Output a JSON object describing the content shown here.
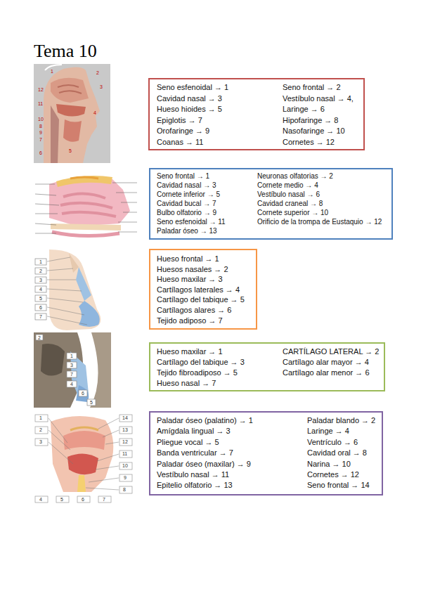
{
  "diagram": {
    "title": "Tema 10",
    "nodes": [
      {
        "text": [
          "Seno esfenoidal → 1",
          "Seno frontal → 2",
          "Cavidad nasal → 3",
          "Vestíbulo nasal → 4,",
          "Hueso hioides → 5",
          "Laringe → 6",
          "Epiglotis → 7",
          "Hipofaringe → 8",
          "Orofaringe → 9",
          "Nasofaringe → 10",
          "Coanas → 11",
          "Cornetes → 12"
        ]
      },
      {
        "text": [
          "Seno frontal → 1",
          "Neuronas olfatorias → 2",
          "Cavidad nasal → 3",
          "Cornete medio → 4",
          "Cornete inferior → 5",
          "Vestíbulo nasal → 6",
          "Cavidad bucal → 7",
          "Cavidad craneal → 8",
          "Bulbo olfatorio → 9",
          "Cornete superior → 10",
          "Seno esfenoidal → 11",
          "Orificio de la trompa de Eustaquio → 12",
          "Paladar óseo → 13"
        ]
      },
      {
        "text": [
          "Hueso frontal → 1",
          "Huesos nasales → 2",
          "Hueso maxilar → 3",
          "Cartílagos laterales → 4",
          "Cartílago del tabique → 5",
          "Cartílagos alares → 6",
          "Tejido adiposo → 7"
        ]
      },
      {
        "text": [
          "Hueso maxilar → 1",
          "CARTÍLAGO LATERAL → 2",
          "Cartílago del tabique → 3",
          "Cartílago alar mayor → 4",
          "Tejido fibroadiposo → 5",
          "Cartílago alar menor → 6",
          "Hueso nasal → 7"
        ]
      },
      {
        "text": [
          "Paladar óseo (palatino) → 1",
          "Paladar blando → 2",
          "Amígdala lingual → 3",
          "Laringe → 4",
          "Pliegue vocal → 5",
          "Ventrículo → 6",
          "Banda ventricular → 7",
          "Cavidad oral → 8",
          "Paladar óseo (maxilar) → 9",
          "Narina → 10",
          "Vestíbulo nasal → 11",
          "Cornetes → 12",
          "Epitelio olfatorio → 13",
          "Seno frontal → 14"
        ]
      }
    ],
    "labels": [
      "1",
      "2",
      "12",
      "3",
      "11",
      "4",
      "10",
      "8",
      "9",
      "7",
      "6",
      "5",
      "1",
      "2",
      "3",
      "4",
      "5",
      "6",
      "7",
      "2",
      "1",
      "3",
      "7",
      "4",
      "6",
      "5",
      "1",
      "2",
      "3",
      "4",
      "5",
      "6",
      "7",
      "8",
      "9",
      "10",
      "11",
      "12",
      "13",
      "14"
    ]
  }
}
